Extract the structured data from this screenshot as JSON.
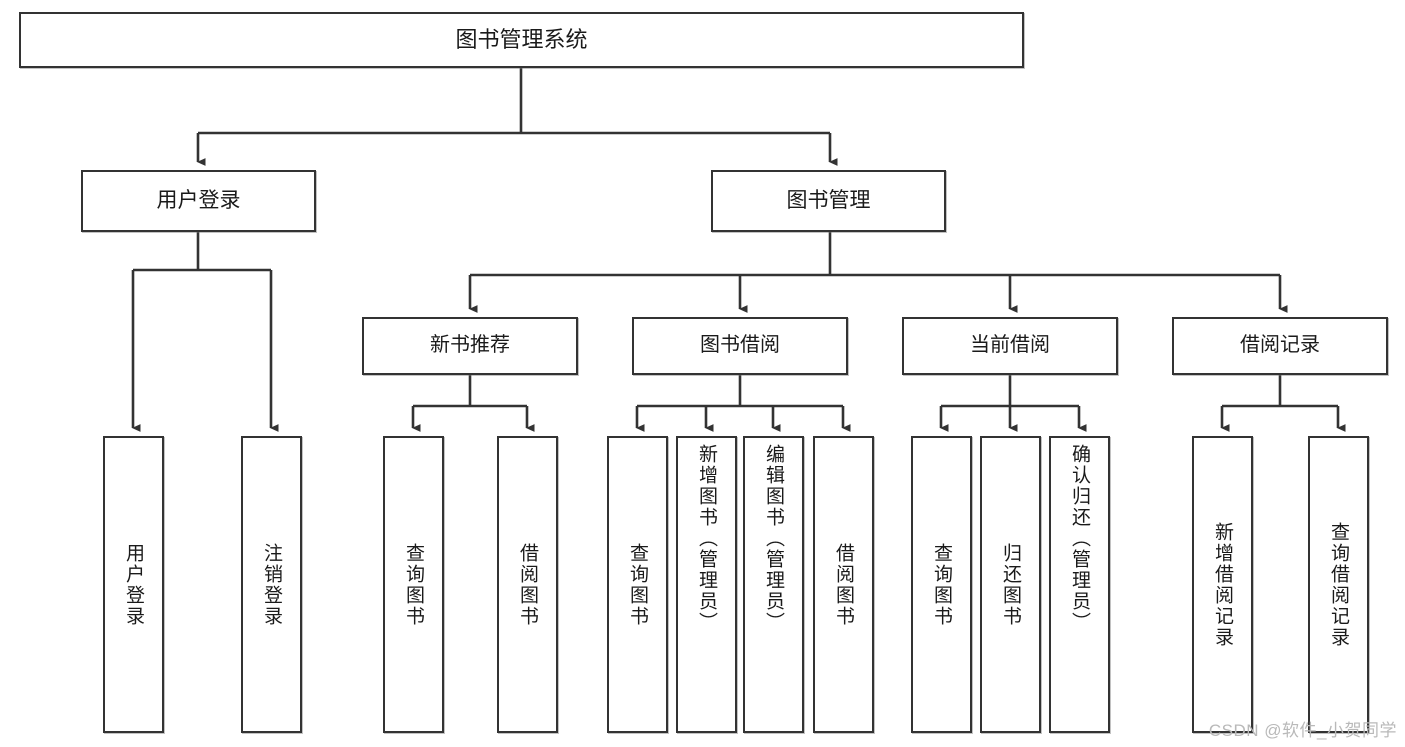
{
  "diagram": {
    "title": "图书管理系统",
    "type": "tree",
    "watermark": "CSDN @软件_小贺同学",
    "colors": {
      "node_border": "#333333",
      "node_fill": "#ffffff",
      "edge": "#333333",
      "text": "#1a1a1a",
      "watermark": "#b9b9b9"
    },
    "nodes": {
      "root": {
        "label": "图书管理系统"
      },
      "level2": [
        {
          "id": "user-login",
          "label": "用户登录"
        },
        {
          "id": "book-manage",
          "label": "图书管理"
        }
      ],
      "level3": [
        {
          "id": "new-book-rec",
          "label": "新书推荐"
        },
        {
          "id": "book-borrow",
          "label": "图书借阅"
        },
        {
          "id": "current-borrow",
          "label": "当前借阅"
        },
        {
          "id": "borrow-record",
          "label": "借阅记录"
        }
      ],
      "leaves": {
        "user-login": [
          {
            "id": "leaf-user-login",
            "label": "用户登录"
          },
          {
            "id": "leaf-logout",
            "label": "注销登录"
          }
        ],
        "new-book-rec": [
          {
            "id": "leaf-query-book-1",
            "label": "查询图书"
          },
          {
            "id": "leaf-borrow-book-1",
            "label": "借阅图书"
          }
        ],
        "book-borrow": [
          {
            "id": "leaf-query-book-2",
            "label": "查询图书"
          },
          {
            "id": "leaf-add-book",
            "label": "新增图书（管理员）"
          },
          {
            "id": "leaf-edit-book",
            "label": "编辑图书（管理员）"
          },
          {
            "id": "leaf-borrow-book-2",
            "label": "借阅图书"
          }
        ],
        "current-borrow": [
          {
            "id": "leaf-query-book-3",
            "label": "查询图书"
          },
          {
            "id": "leaf-return-book",
            "label": "归还图书"
          },
          {
            "id": "leaf-confirm-return",
            "label": "确认归还（管理员）"
          }
        ],
        "borrow-record": [
          {
            "id": "leaf-add-record",
            "label": "新增借阅记录"
          },
          {
            "id": "leaf-query-record",
            "label": "查询借阅记录"
          }
        ]
      }
    }
  }
}
